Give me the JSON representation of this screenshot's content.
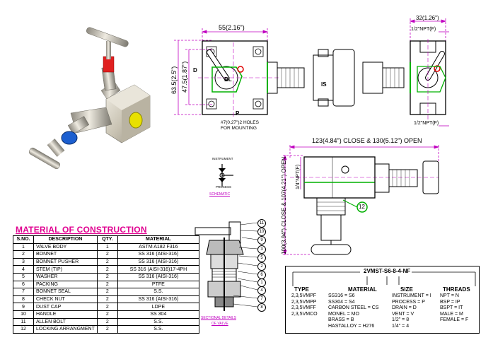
{
  "top_view": {
    "width_dim": "55(2.16\")",
    "height_dim_outer": "63.5(2.5\")",
    "height_dim_inner": "47.5(1.87\")",
    "port_d": "D",
    "port_p": "P",
    "valve_bl": "BL",
    "valve_is": "IS",
    "holes_note_line1": "#7(0.27\")2 HOLES",
    "holes_note_line2": "FOR MOUNTING"
  },
  "side_view": {
    "width_dim": "32(1.26\")",
    "npt_top": "1/2\"NPT(F)",
    "npt_bottom": "1/2\"NPT(F)"
  },
  "front_view": {
    "length_dim": "123(4.84\") CLOSE & 130(5.12\") OPEN",
    "npt_side": "1/4\"NPT(F)",
    "height_dim": "100(3.94\") CLOSE & 107(4.21\") OPEN",
    "callout": "12"
  },
  "schematic": {
    "label_top": "INSTRUMENT",
    "label_bottom": "PROCESS",
    "caption": "SCHEMATIC"
  },
  "sectional": {
    "caption_line1": "SECTIONAL DETAILS",
    "caption_line2": "OF VALVE",
    "callouts": [
      "11",
      "10",
      "9",
      "3",
      "5",
      "2",
      "6",
      "1",
      "4",
      "7",
      "8"
    ]
  },
  "material_table": {
    "title": "MATERIAL OF CONSTRUCTION",
    "headers": [
      "S.NO.",
      "DESCRIPTION",
      "QTY.",
      "MATERIAL"
    ],
    "rows": [
      [
        "1",
        "VALVE BODY",
        "1",
        "ASTM A182 F316"
      ],
      [
        "2",
        "BONNET",
        "2",
        "SS 316 (AISI-316)"
      ],
      [
        "3",
        "BONNET PUSHER",
        "2",
        "SS 316 (AISI-316)"
      ],
      [
        "4",
        "STEM (TIP)",
        "2",
        "SS 316 (AISI-316)17-4PH"
      ],
      [
        "5",
        "WASHER",
        "2",
        "SS 316 (AISI-316)"
      ],
      [
        "6",
        "PACKING",
        "2",
        "PTFE"
      ],
      [
        "7",
        "BONNET SEAL",
        "2",
        "S.S."
      ],
      [
        "8",
        "CHECK NUT",
        "2",
        "SS 316 (AISI-316)"
      ],
      [
        "9",
        "DUST CAP",
        "2",
        "LDPE"
      ],
      [
        "10",
        "HANDLE",
        "2",
        "SS 304"
      ],
      [
        "11",
        "ALLEN BOLT",
        "2",
        "S.S."
      ],
      [
        "12",
        "LOCKING ARRANGMENT",
        "2",
        "S.S."
      ]
    ]
  },
  "ordering_code": {
    "code": "2VMST-S6-8-4-NF",
    "type": {
      "header": "TYPE",
      "items": [
        "2,3,5VMPF",
        "2,3,5VMPP",
        "2,3,5VMFF",
        "2,3,5VMCO"
      ]
    },
    "material": {
      "header": "MATERIAL",
      "items": [
        "SS316 = S6",
        "SS304 = S4",
        "CARBON STEEL = CS",
        "MONEL = MO",
        "BRASS = B",
        "HASTALLOY = H276"
      ]
    },
    "size": {
      "header": "SIZE",
      "items": [
        "INSTRUMENT = I",
        "PROCESS = P",
        "DRAIN = D",
        "VENT = V",
        "1/2\" = 8",
        "1/4\" = 4"
      ]
    },
    "threads": {
      "header": "THREADS",
      "items": [
        "NPT = N",
        "BSP = IP",
        "BSPT = IT",
        "MALE = M",
        "FEMALE = F"
      ]
    }
  },
  "colors": {
    "dimension": "#c000c0",
    "title": "#e00090",
    "highlight": "#00b000",
    "marker": "#e00000"
  }
}
